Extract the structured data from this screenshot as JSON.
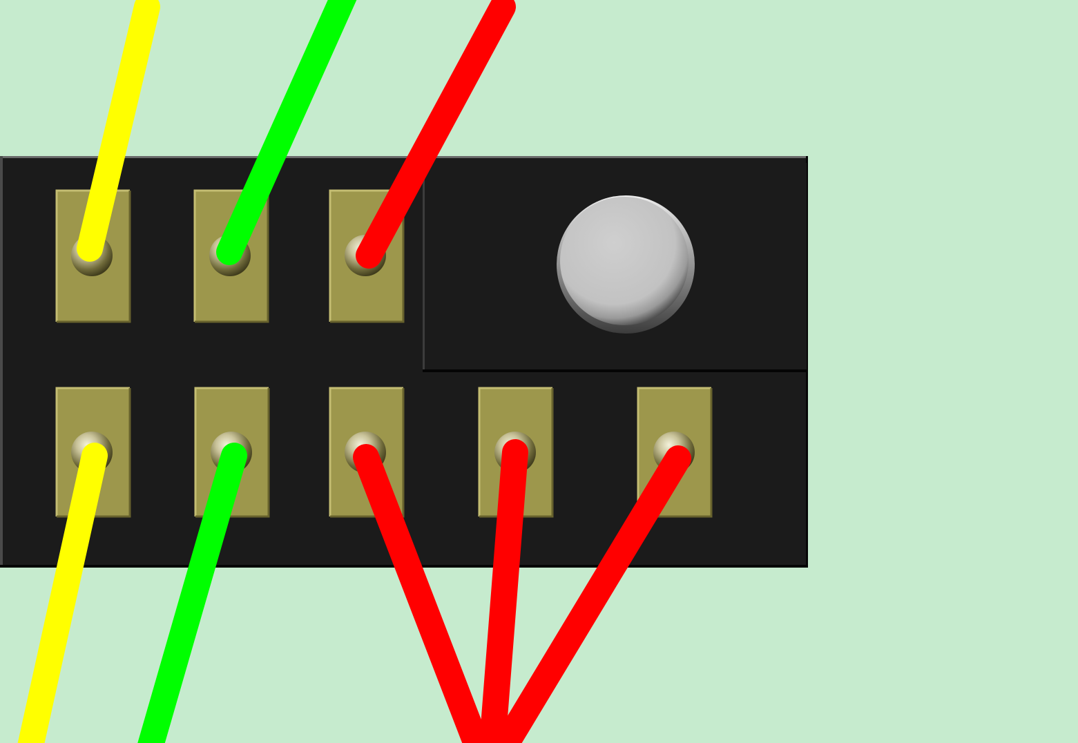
{
  "colors": {
    "background": "#c6ebce",
    "board": "#1b1b1b",
    "board_bevel_light": "#6a6a6a",
    "board_bevel_dark": "#050505",
    "pad": "#9d974c",
    "pad_light": "#c4bd72",
    "pad_dark": "#6b6630",
    "button": "#c4c4c4"
  },
  "board": {
    "name": "switch-board",
    "top_pads": 3,
    "bottom_pads": 5
  },
  "wires": [
    {
      "name": "yellow-wire-top",
      "color": "#ffff00",
      "pad": "top-1"
    },
    {
      "name": "green-wire-top",
      "color": "#00ff00",
      "pad": "top-2"
    },
    {
      "name": "red-wire-top",
      "color": "#ff0000",
      "pad": "top-3"
    },
    {
      "name": "yellow-wire-bottom",
      "color": "#ffff00",
      "pad": "bottom-1"
    },
    {
      "name": "green-wire-bottom",
      "color": "#00ff00",
      "pad": "bottom-2"
    },
    {
      "name": "red-wire-bottom-1",
      "color": "#ff0000",
      "pad": "bottom-3"
    },
    {
      "name": "red-wire-bottom-2",
      "color": "#ff0000",
      "pad": "bottom-4"
    },
    {
      "name": "red-wire-bottom-3",
      "color": "#ff0000",
      "pad": "bottom-5"
    }
  ],
  "button": {
    "name": "push-button",
    "icon": "round-button-icon"
  }
}
